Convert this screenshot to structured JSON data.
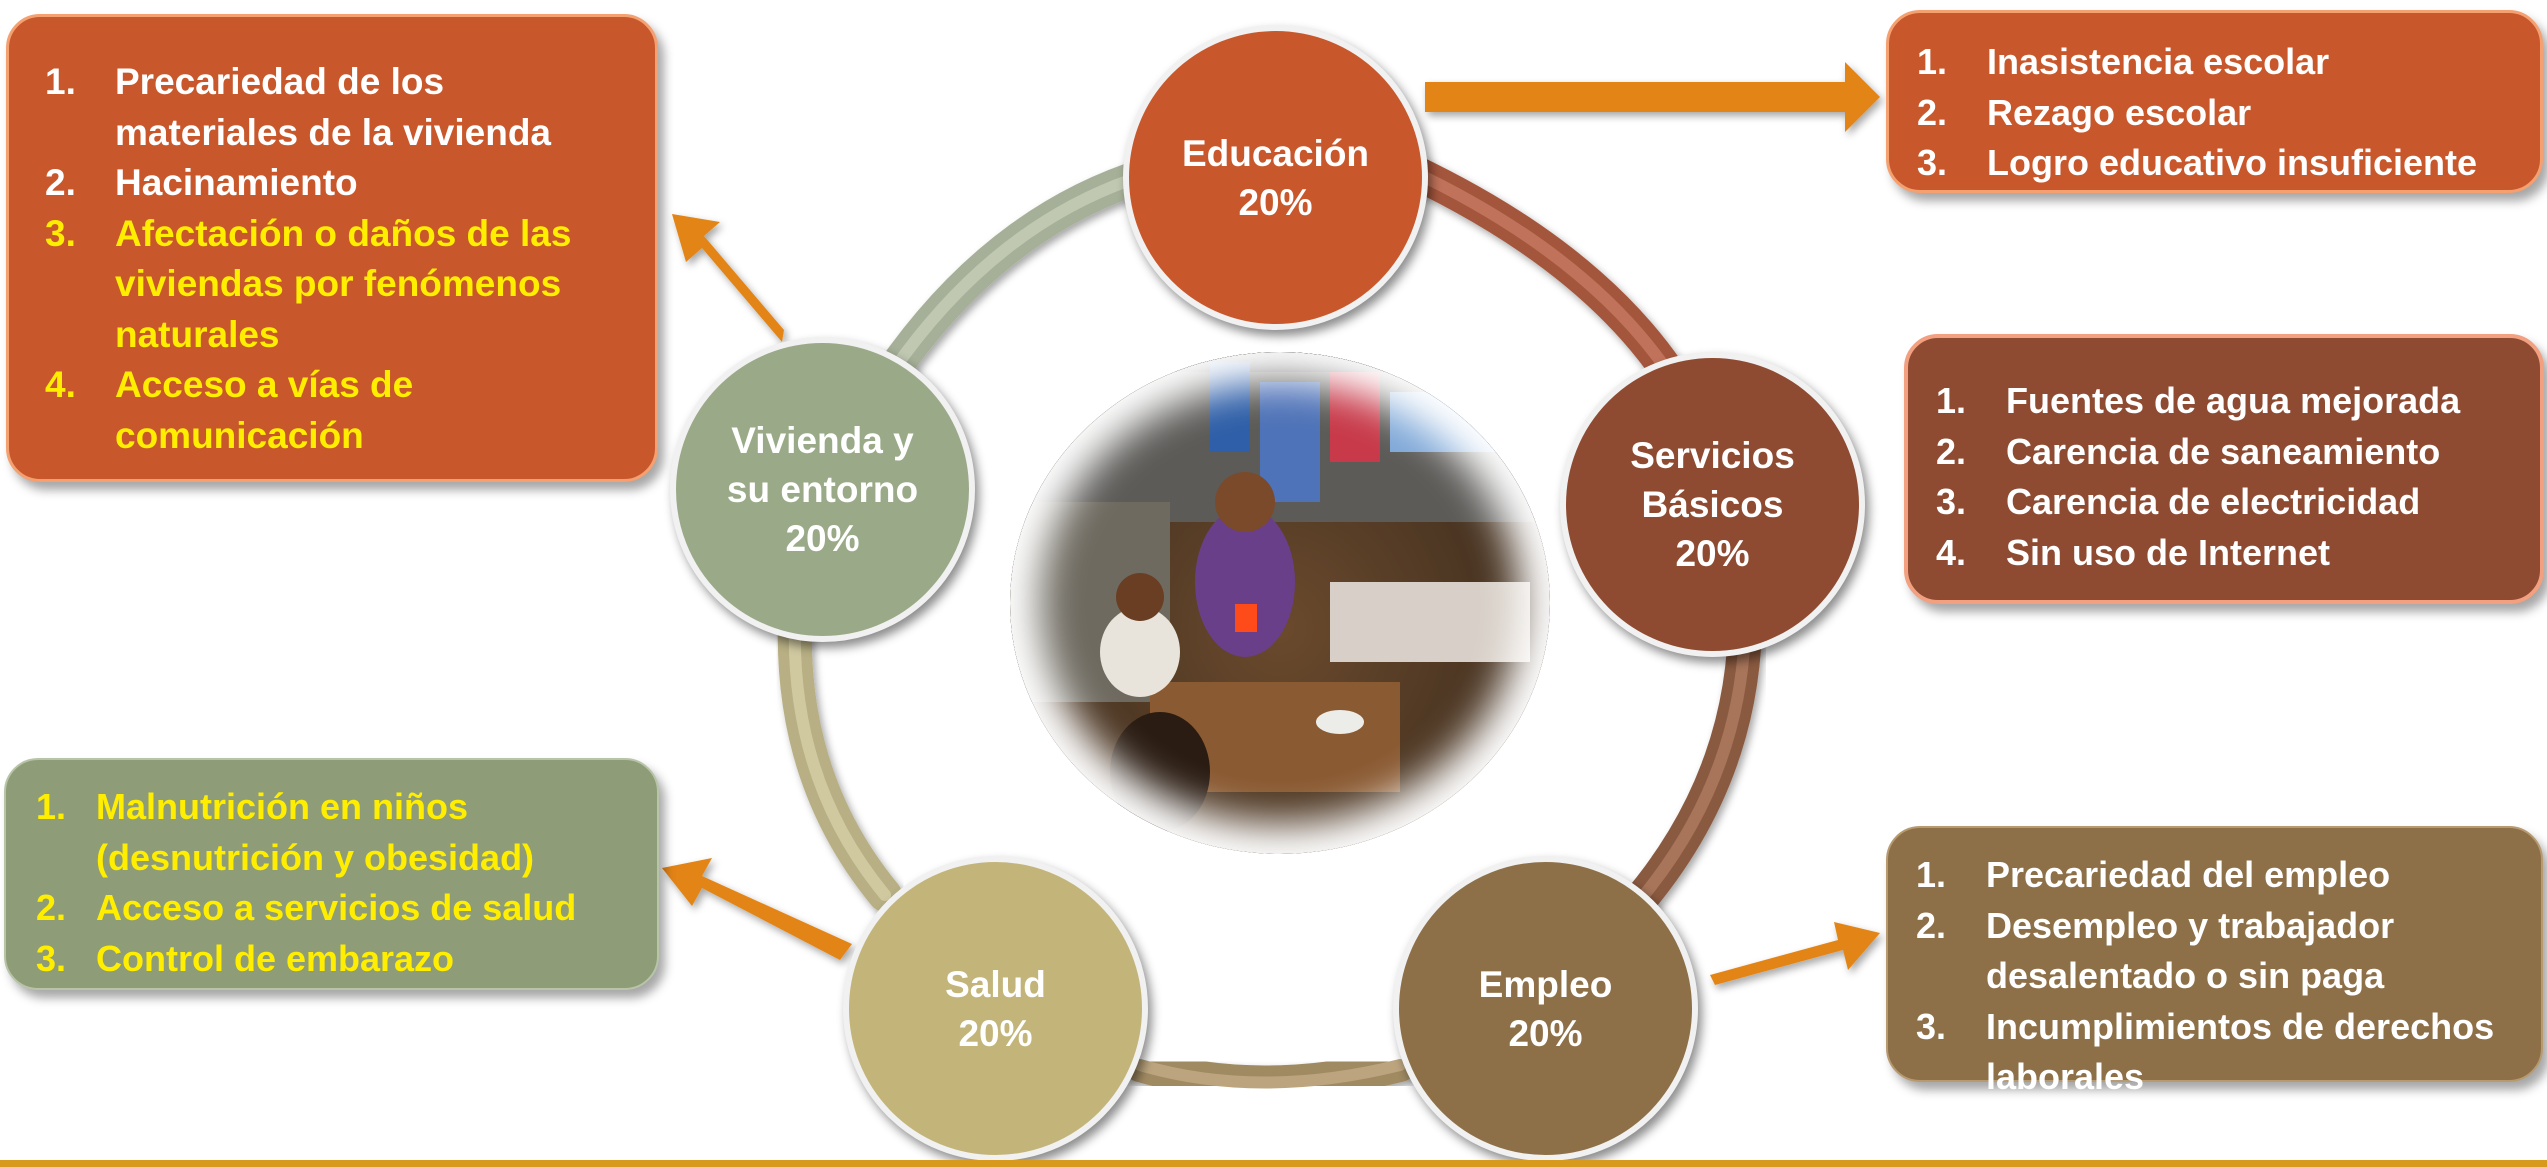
{
  "nodes": {
    "educacion": {
      "label": "Educación",
      "pct": "20%"
    },
    "servicios": {
      "label": "Servicios\nBásicos",
      "pct": "20%"
    },
    "empleo": {
      "label": "Empleo",
      "pct": "20%"
    },
    "salud": {
      "label": "Salud",
      "pct": "20%"
    },
    "vivienda": {
      "label": "Vivienda y\nsu entorno",
      "pct": "20%"
    }
  },
  "boxes": {
    "vivienda": {
      "items": [
        {
          "num": "1.",
          "text": "Precariedad de los materiales de la vivienda",
          "highlight": false
        },
        {
          "num": "2.",
          "text": "Hacinamiento",
          "highlight": false
        },
        {
          "num": "3.",
          "text": "Afectación o daños de las viviendas por fenómenos naturales",
          "highlight": true
        },
        {
          "num": "4.",
          "text": "Acceso a vías de comunicación",
          "highlight": true
        }
      ]
    },
    "educacion": {
      "items": [
        {
          "num": "1.",
          "text": "Inasistencia escolar",
          "highlight": false
        },
        {
          "num": "2.",
          "text": "Rezago escolar",
          "highlight": false
        },
        {
          "num": "3.",
          "text": "Logro educativo insuficiente",
          "highlight": false
        }
      ]
    },
    "servicios": {
      "items": [
        {
          "num": "1.",
          "text": "Fuentes de agua mejorada",
          "highlight": false
        },
        {
          "num": "2.",
          "text": "Carencia de saneamiento",
          "highlight": false
        },
        {
          "num": "3.",
          "text": "Carencia de electricidad",
          "highlight": false
        },
        {
          "num": "4.",
          "text": "Sin uso de Internet",
          "highlight": false
        }
      ]
    },
    "salud": {
      "items": [
        {
          "num": "1.",
          "text": "Malnutrición en niños (desnutrición y obesidad)",
          "highlight": true
        },
        {
          "num": "2.",
          "text": "Acceso a servicios de salud",
          "highlight": true
        },
        {
          "num": "3.",
          "text": "Control de embarazo",
          "highlight": true
        }
      ]
    },
    "empleo": {
      "items": [
        {
          "num": "1.",
          "text": "Precariedad del empleo",
          "highlight": false
        },
        {
          "num": "2.",
          "text": "Desempleo y trabajador desalentado o sin paga",
          "highlight": false
        },
        {
          "num": "3.",
          "text": "Incumplimientos de derechos laborales",
          "highlight": false
        }
      ]
    }
  },
  "colors": {
    "educacion": "#c8582c",
    "servicios": "#8e4b32",
    "empleo": "#8e7048",
    "salud": "#c3b57a",
    "vivienda": "#9aaa88",
    "arrow": "#e38414",
    "highlight_text": "#ffee00",
    "text": "#ffffff"
  }
}
